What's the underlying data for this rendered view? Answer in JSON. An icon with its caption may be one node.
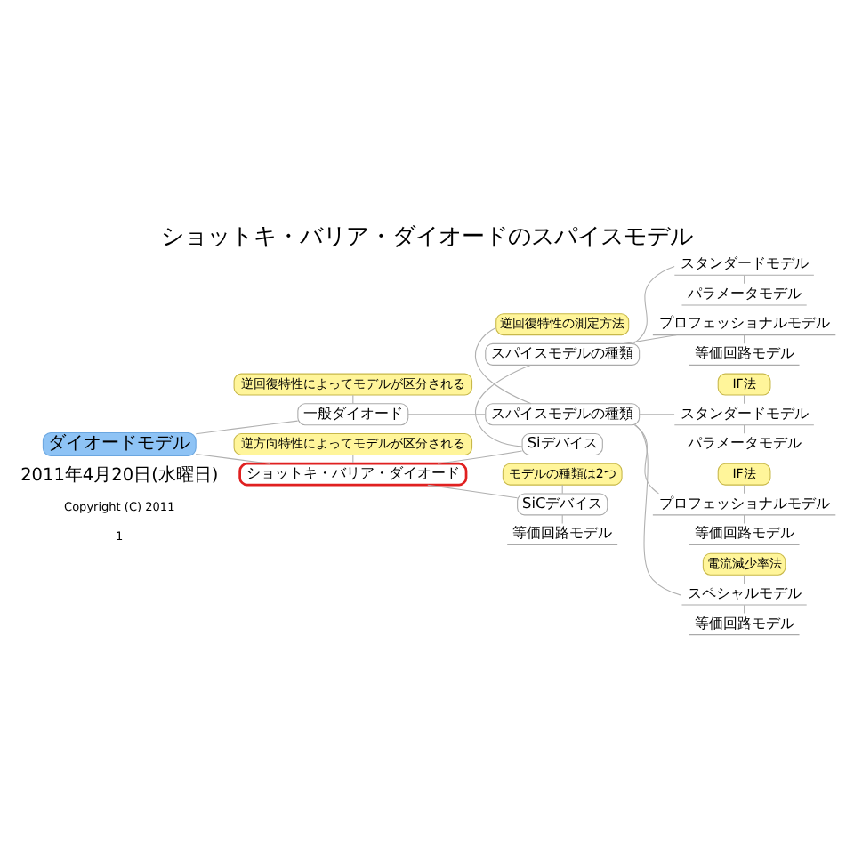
{
  "diagram": {
    "title": "ショットキ・バリア・ダイオードのスパイスモデル",
    "nodes": [
      {
        "text": [
          "ダイオードモデル"
        ]
      },
      {
        "text": [
          "一般ダイオード"
        ]
      },
      {
        "text": [
          "スパイスモデルの種類"
        ]
      },
      {
        "text": [
          "スタンダードモデル"
        ]
      },
      {
        "text": [
          "パラメータモデル"
        ]
      },
      {
        "text": [
          "プロフェッショナルモデル"
        ]
      },
      {
        "text": [
          "等価回路モデル"
        ]
      },
      {
        "text": [
          "スペシャルモデル"
        ]
      },
      {
        "text": [
          "等価回路モデル"
        ]
      },
      {
        "text": [
          "ショットキ・バリア・ダイオード"
        ]
      },
      {
        "text": [
          "Siデバイス"
        ]
      },
      {
        "text": [
          "スパイスモデルの種類"
        ]
      },
      {
        "text": [
          "スタンダードモデル"
        ]
      },
      {
        "text": [
          "パラメータモデル"
        ]
      },
      {
        "text": [
          "プロフェッショナルモデル"
        ]
      },
      {
        "text": [
          "等価回路モデル"
        ]
      },
      {
        "text": [
          "SiCデバイス"
        ]
      },
      {
        "text": [
          "等価回路モデル"
        ]
      },
      {
        "text": [
          "逆回復特性によってモデルが区分される"
        ]
      },
      {
        "text": [
          "逆回復特性の測定方法"
        ]
      },
      {
        "text": [
          "IF法"
        ]
      },
      {
        "text": [
          "IF法"
        ]
      },
      {
        "text": [
          "電流減少率法"
        ]
      },
      {
        "text": [
          "逆方向特性によってモデルが区分される"
        ]
      },
      {
        "text": [
          "モデルの種類は2つ"
        ]
      }
    ],
    "edges": [
      {
        "from": 0,
        "to": 1,
        "arrow": "none"
      },
      {
        "from": 1,
        "to": 2,
        "arrow": "none"
      },
      {
        "from": 2,
        "to": 3,
        "arrow": "none"
      },
      {
        "from": 3,
        "to": 4,
        "arrow": "none"
      },
      {
        "from": 2,
        "to": 5,
        "arrow": "none"
      },
      {
        "from": 5,
        "to": 6,
        "arrow": "none"
      },
      {
        "from": 2,
        "to": 7,
        "arrow": "none"
      },
      {
        "from": 7,
        "to": 8,
        "arrow": "none"
      },
      {
        "from": 0,
        "to": 9,
        "arrow": "none"
      },
      {
        "from": 9,
        "to": 10,
        "arrow": "none"
      },
      {
        "from": 10,
        "to": 11,
        "arrow": "none"
      },
      {
        "from": 11,
        "to": 12,
        "arrow": "none"
      },
      {
        "from": 12,
        "to": 13,
        "arrow": "none"
      },
      {
        "from": 11,
        "to": 14,
        "arrow": "none"
      },
      {
        "from": 14,
        "to": 15,
        "arrow": "none"
      },
      {
        "from": 9,
        "to": 16,
        "arrow": "none"
      },
      {
        "from": 16,
        "to": 17,
        "arrow": "none"
      },
      {
        "from": 18,
        "to": 1,
        "arrow": "none"
      },
      {
        "from": 19,
        "to": 2,
        "arrow": "none"
      },
      {
        "from": 20,
        "to": 3,
        "arrow": "none"
      },
      {
        "from": 21,
        "to": 5,
        "arrow": "none"
      },
      {
        "from": 22,
        "to": 7,
        "arrow": "none"
      },
      {
        "from": 23,
        "to": 9,
        "arrow": "none"
      },
      {
        "from": 24,
        "to": 16,
        "arrow": "none"
      }
    ],
    "labels": [
      "2011年4月20日(水曜日)",
      "Copyright (C) 2011",
      "1"
    ]
  }
}
